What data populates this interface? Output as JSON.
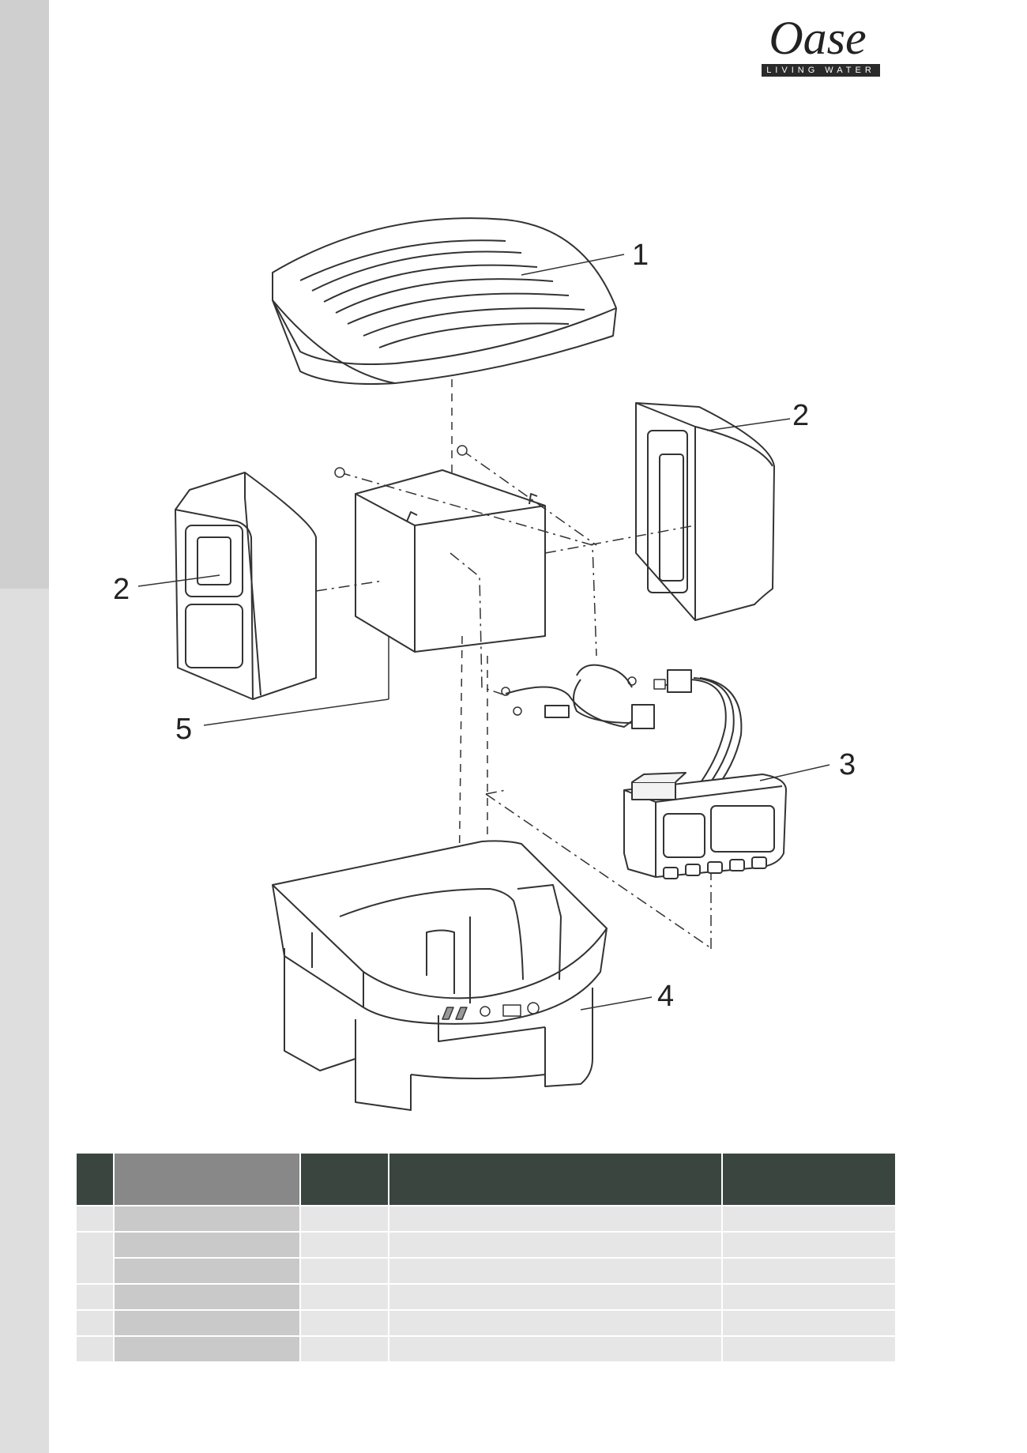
{
  "brand": {
    "logo_word": "Oase",
    "logo_tagline": "LIVING WATER"
  },
  "diagram": {
    "callouts": [
      {
        "number": "1",
        "part": "lid"
      },
      {
        "number": "2",
        "part": "side-panel-right"
      },
      {
        "number": "2",
        "part": "side-panel-left"
      },
      {
        "number": "3",
        "part": "control-unit"
      },
      {
        "number": "4",
        "part": "base-housing"
      },
      {
        "number": "5",
        "part": "battery"
      }
    ]
  },
  "parts_table": {
    "header": [
      "",
      "",
      "",
      "",
      ""
    ],
    "rows": [
      [
        "",
        "",
        "",
        "",
        ""
      ],
      [
        "",
        "",
        "",
        "",
        ""
      ],
      [
        "",
        "",
        "",
        "",
        ""
      ],
      [
        "",
        "",
        "",
        "",
        ""
      ],
      [
        "",
        "",
        "",
        "",
        ""
      ],
      [
        "",
        "",
        "",
        "",
        ""
      ]
    ]
  }
}
